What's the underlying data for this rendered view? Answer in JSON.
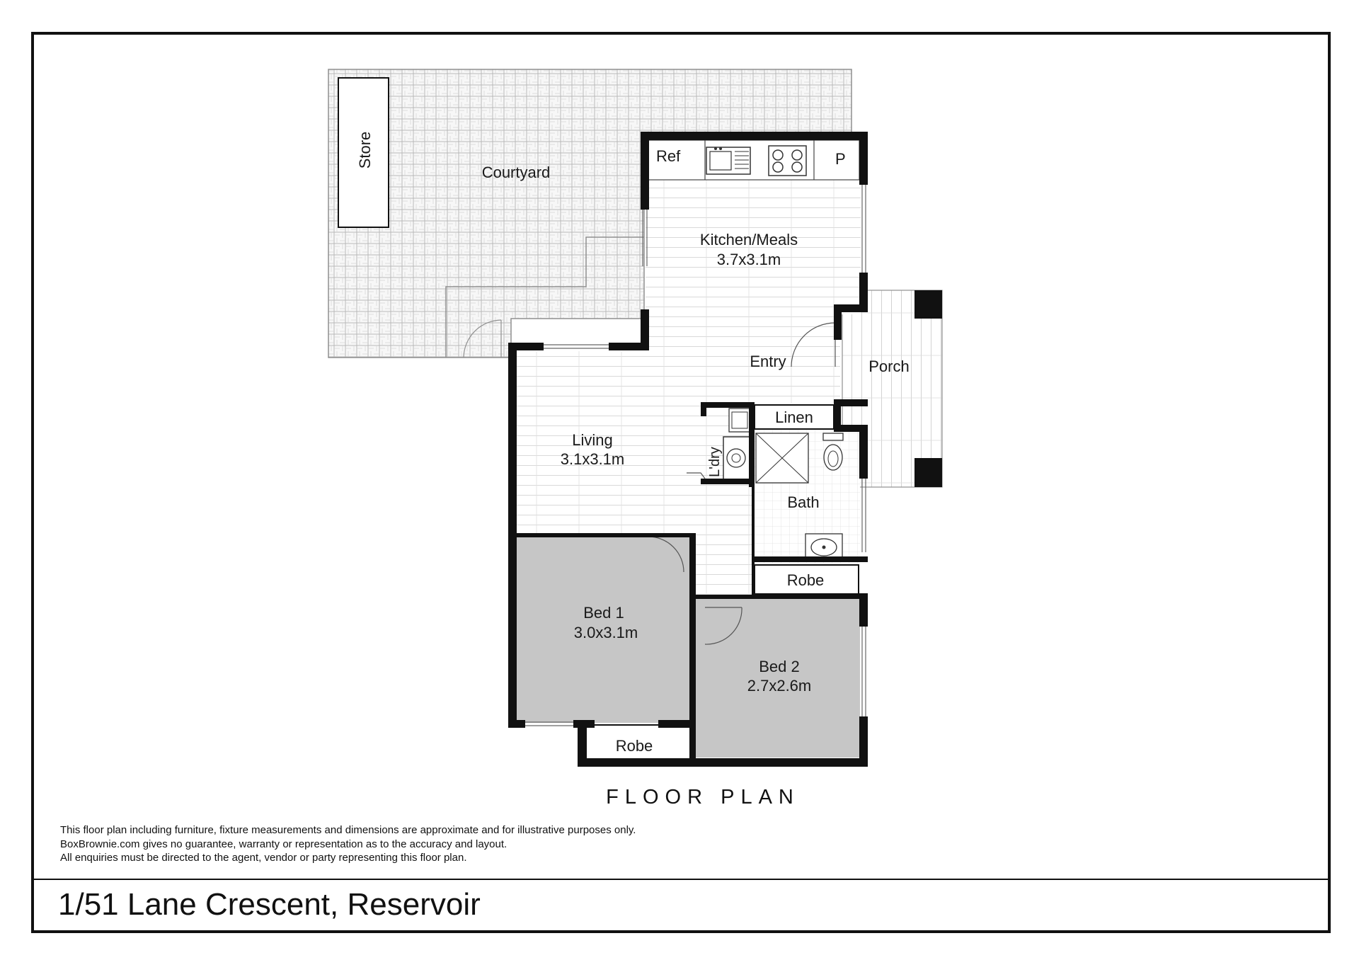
{
  "rooms": {
    "courtyard": {
      "name": "Courtyard"
    },
    "store": {
      "name": "Store"
    },
    "kitchen": {
      "name": "Kitchen/Meals",
      "dims": "3.7x3.1m"
    },
    "ref": {
      "name": "Ref"
    },
    "pantry": {
      "name": "P"
    },
    "entry": {
      "name": "Entry"
    },
    "porch": {
      "name": "Porch"
    },
    "living": {
      "name": "Living",
      "dims": "3.1x3.1m"
    },
    "laundry": {
      "name": "L'dry"
    },
    "linen": {
      "name": "Linen"
    },
    "bath": {
      "name": "Bath"
    },
    "robe_bath": {
      "name": "Robe"
    },
    "bed1": {
      "name": "Bed 1",
      "dims": "3.0x3.1m"
    },
    "bed2": {
      "name": "Bed 2",
      "dims": "2.7x2.6m"
    },
    "robe_bed1": {
      "name": "Robe"
    }
  },
  "plan_title": "FLOOR PLAN",
  "disclaimer": [
    "This floor plan including furniture, fixture measurements and dimensions are approximate and for illustrative purposes only.",
    "BoxBrownie.com gives no guarantee, warranty or representation as to the accuracy and layout.",
    "All enquiries must be directed to the agent, vendor or party representing this floor plan."
  ],
  "address": "1/51 Lane Crescent, Reservoir",
  "colors": {
    "wall": "#111111",
    "bedroom_fill": "#c6c6c6",
    "paving": "#bdbdbd",
    "floorboard_lines": "#d4d4d4",
    "frame": "#111111"
  },
  "icons": [
    "sink-icon",
    "cooktop-icon",
    "toilet-icon",
    "basin-icon",
    "washing-machine-icon",
    "laundry-trough-icon",
    "shower-icon"
  ]
}
